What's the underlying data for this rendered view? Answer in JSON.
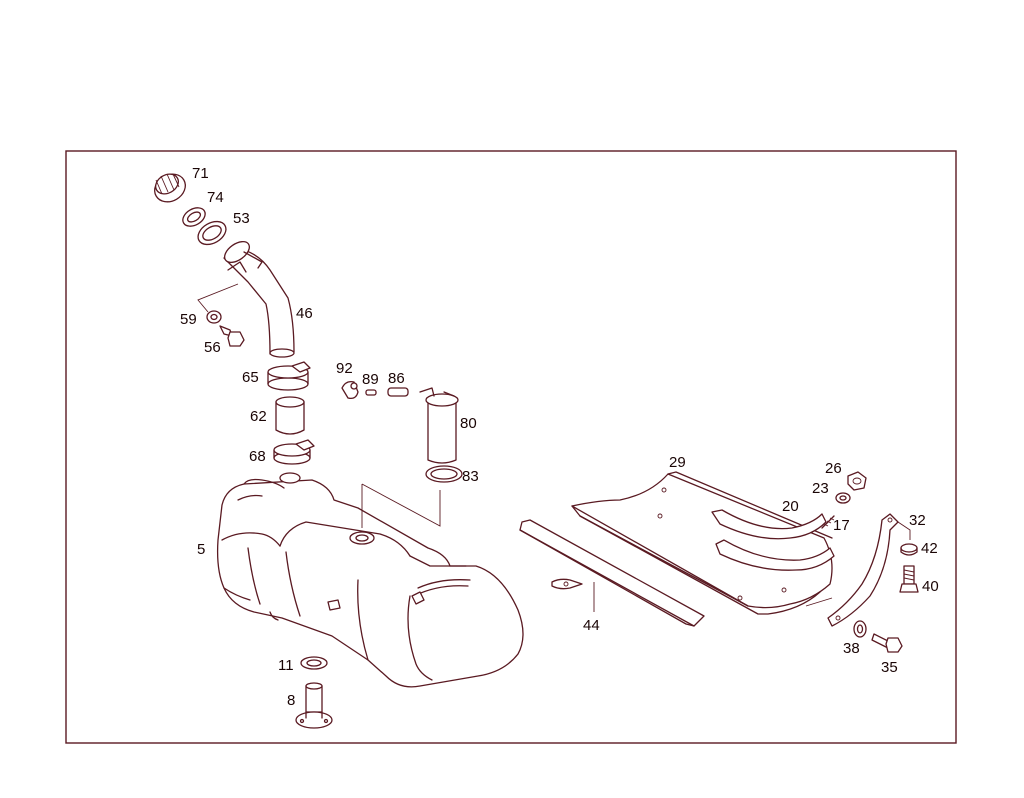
{
  "diagram": {
    "line_color": "#5a1a22",
    "callouts": {
      "c71": "71",
      "c74": "74",
      "c53": "53",
      "c46": "46",
      "c59": "59",
      "c56": "56",
      "c65": "65",
      "c62": "62",
      "c68": "68",
      "c92": "92",
      "c89": "89",
      "c86": "86",
      "c80": "80",
      "c83": "83",
      "c5": "5",
      "c11": "11",
      "c8": "8",
      "c29": "29",
      "c26": "26",
      "c23": "23",
      "c20": "20",
      "c17": "17",
      "c32": "32",
      "c42": "42",
      "c40": "40",
      "c44": "44",
      "c38": "38",
      "c35": "35"
    }
  }
}
